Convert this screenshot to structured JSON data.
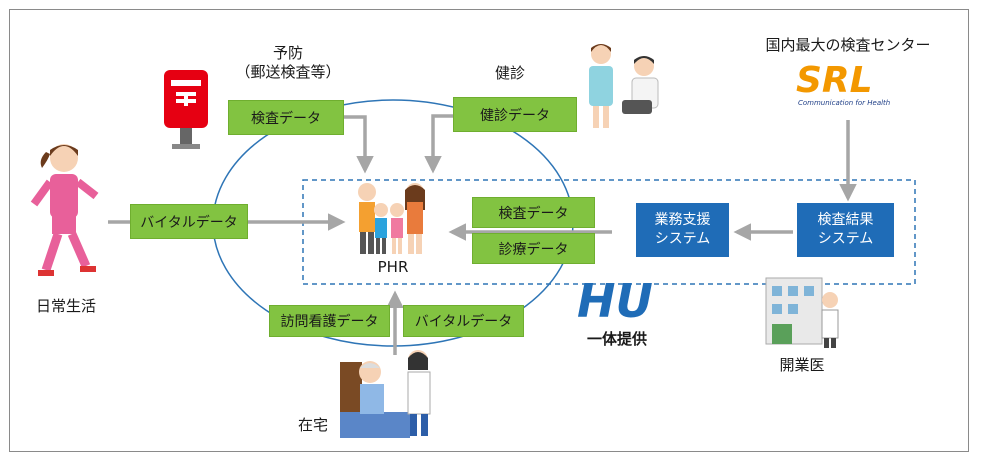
{
  "labels": {
    "prevention": "予防",
    "prevention_sub": "（郵送検査等）",
    "checkup": "健診",
    "daily_life": "日常生活",
    "home": "在宅",
    "clinic": "開業医",
    "center_title": "国内最大の検査センター",
    "phr": "PHR",
    "integrated": "一体提供"
  },
  "green_boxes": {
    "test_data_top": "検査データ",
    "checkup_data": "健診データ",
    "vital_data_left": "バイタルデータ",
    "test_data_right": "検査データ",
    "diagnosis_data": "診療データ",
    "visit_nursing_data": "訪問看護データ",
    "vital_data_bottom": "バイタルデータ"
  },
  "blue_boxes": {
    "business_support": [
      "業務支援",
      "システム"
    ],
    "test_results": [
      "検査結果",
      "システム"
    ]
  },
  "logos": {
    "srl_text": "SRL",
    "srl_tagline": "Communication for Health",
    "hu_text": "HU"
  },
  "colors": {
    "green": "#82c341",
    "blue": "#1f6cb7",
    "arrow": "#a6a6a6",
    "dashed": "#2e75b6",
    "srl_orange": "#f39800"
  }
}
